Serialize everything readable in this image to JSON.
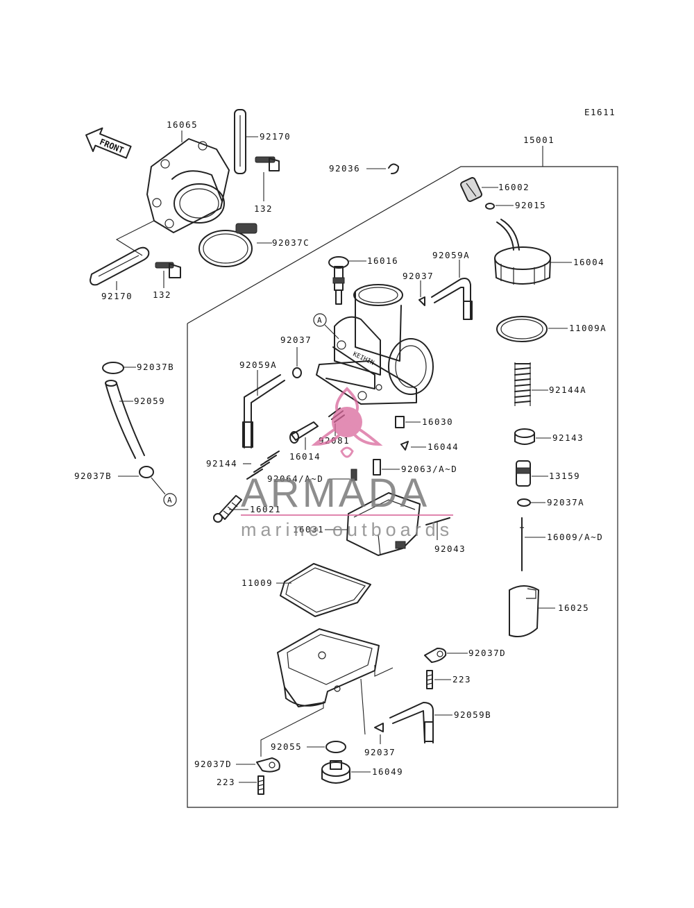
{
  "diagram_code": "E1611",
  "front_label": "FRONT",
  "watermark": {
    "brand": "ARMADA",
    "sub": "marine outboards",
    "accent": "#d9679b"
  },
  "callout_marker": "A",
  "parts": {
    "p15001": "15001",
    "p16065": "16065",
    "p92170a": "92170",
    "p92170b": "92170",
    "p132a": "132",
    "p132b": "132",
    "p92037C": "92037C",
    "p92036": "92036",
    "p16002": "16002",
    "p92015": "92015",
    "p16004": "16004",
    "p16016": "16016",
    "p92059A_a": "92059A",
    "p92037_a": "92037",
    "p11009A": "11009A",
    "p92037_b": "92037",
    "p92059A_b": "92059A",
    "p92037B_a": "92037B",
    "p92059": "92059",
    "p92037B_b": "92037B",
    "p92144A": "92144A",
    "p16030": "16030",
    "p92081": "92081",
    "p16014": "16014",
    "p16044": "16044",
    "p92143": "92143",
    "p92144": "92144",
    "p92063": "92063/A~D",
    "p13159": "13159",
    "p92064": "92064/A~D",
    "p92037A": "92037A",
    "p16021": "16021",
    "p16031": "16031",
    "p16009": "16009/A~D",
    "p92043": "92043",
    "p11009": "11009",
    "p16025": "16025",
    "p92037D_a": "92037D",
    "p223a": "223",
    "p92059B": "92059B",
    "p92055": "92055",
    "p92037_c": "92037",
    "p92037D_b": "92037D",
    "p16049": "16049",
    "p223b": "223"
  }
}
